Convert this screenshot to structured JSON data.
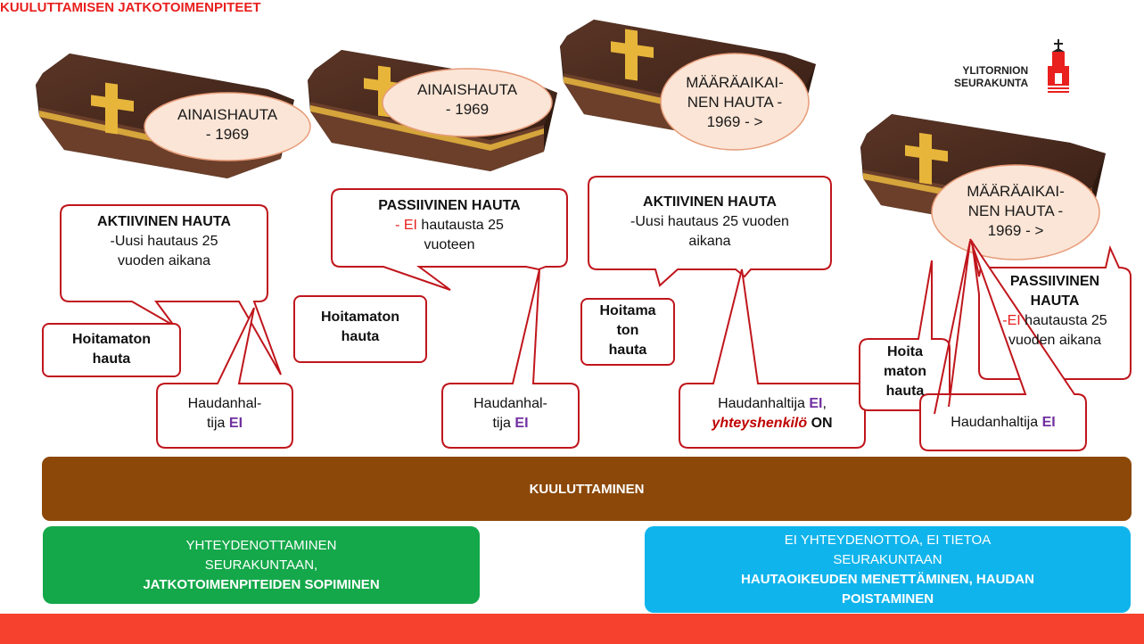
{
  "title": "KUULUTTAMISEN JATKOTOIMENPITEET",
  "logo": {
    "line1": "YLITORNION",
    "line2": "SEURAKUNTA",
    "icon": "church-icon"
  },
  "coffins": [
    {
      "line1": "AINAISHAUTA",
      "line2": "- 1969"
    },
    {
      "line1": "AINAISHAUTA",
      "line2": "- 1969"
    },
    {
      "line1": "MÄÄRÄAIKAI-",
      "line2": "NEN HAUTA  -",
      "line3": "1969 - >"
    },
    {
      "line1": "MÄÄRÄAIKAI-",
      "line2": "NEN HAUTA  -",
      "line3": "1969 - >"
    }
  ],
  "callouts": {
    "c1": {
      "bold": "AKTIIVINEN HAUTA",
      "line2": "-Uusi hautaus 25",
      "line3": "vuoden aikana"
    },
    "c2": {
      "bold": "PASSIIVINEN HAUTA",
      "dash": "- ",
      "ei": "EI",
      "rest": " hautausta 25",
      "line3": "vuoteen"
    },
    "c3": {
      "bold": "AKTIIVINEN HAUTA",
      "line2": "-Uusi hautaus 25 vuoden",
      "line3": "aikana"
    },
    "c4": {
      "bold1": "PASSIIVINEN",
      "bold2": "HAUTA",
      "dash": "-",
      "ei": "EI",
      "rest": " hautausta 25",
      "line3": "vuoden aikana"
    },
    "h1": {
      "line1": "Hoitamaton",
      "line2": "hauta"
    },
    "h2": {
      "line1": "Hoitamaton",
      "line2": "hauta"
    },
    "h3": {
      "line1": "Hoitama",
      "line2": "ton",
      "line3": "hauta"
    },
    "h4": {
      "line1": "Hoita",
      "line2": "maton",
      "line3": "hauta"
    },
    "d1": {
      "line1": "Haudanhal-",
      "line2": "tija ",
      "ei": "EI"
    },
    "d2": {
      "line1": "Haudanhal-",
      "line2": "tija ",
      "ei": "EI"
    },
    "d3": {
      "line1": "Haudanhaltija ",
      "ei": "EI",
      "comma": ",",
      "italic": "yhteyshenkilö",
      "on": " ON"
    },
    "d4": {
      "line1": "Haudanhaltija ",
      "ei": "EI"
    }
  },
  "bar": {
    "label": "KUULUTTAMINEN"
  },
  "green": {
    "line1": "YHTEYDENOTTAMINEN",
    "line2": "SEURAKUNTAAN,",
    "line3": "JATKOTOIMENPITEIDEN SOPIMINEN"
  },
  "blue": {
    "line1": "EI YHTEYDENOTTOA, EI TIETOA",
    "line2": "SEURAKUNTAAN",
    "line3": "HAUTAOIKEUDEN MENETTÄMINEN, HAUDAN",
    "line4": "POISTAMINEN"
  },
  "colors": {
    "title": "#e8201e",
    "bar": "#8b4808",
    "green": "#14a84a",
    "blue": "#10b4ec",
    "footer": "#f5412d",
    "callout_border": "#c0161c",
    "ellipse": "#fbe5d6"
  }
}
